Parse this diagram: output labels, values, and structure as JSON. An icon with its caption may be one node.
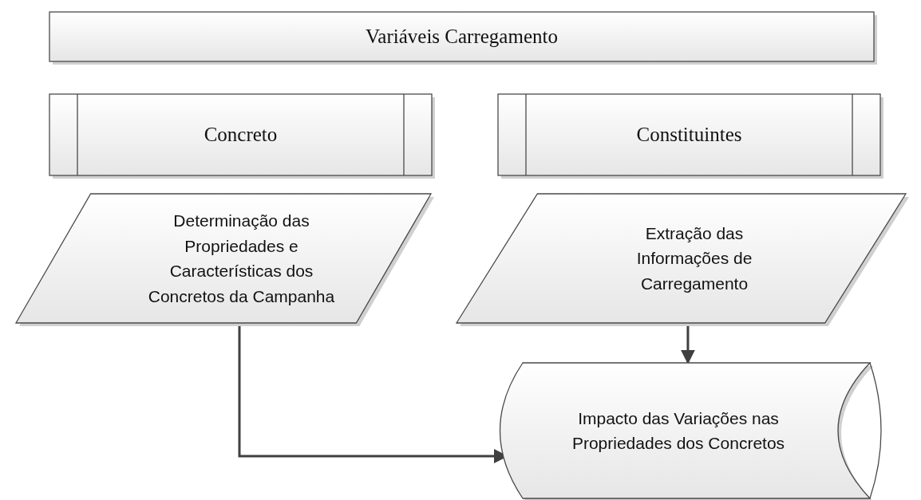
{
  "diagram": {
    "nodes": [
      {
        "text": [
          "Variáveis Carregamento"
        ]
      },
      {
        "text": [
          "Concreto"
        ]
      },
      {
        "text": [
          "Constituintes"
        ]
      },
      {
        "text": [
          "Determinação das Propriedades e Características dos Concretos da Campanha"
        ]
      },
      {
        "text": [
          "Extração das Informações de Carregamento"
        ]
      },
      {
        "text": [
          "Impacto das Variações nas Propriedades dos Concretos"
        ]
      }
    ],
    "edges": [
      {
        "from": 3,
        "to": 5,
        "arrow": "to"
      },
      {
        "from": 4,
        "to": 5,
        "arrow": "to"
      }
    ]
  }
}
